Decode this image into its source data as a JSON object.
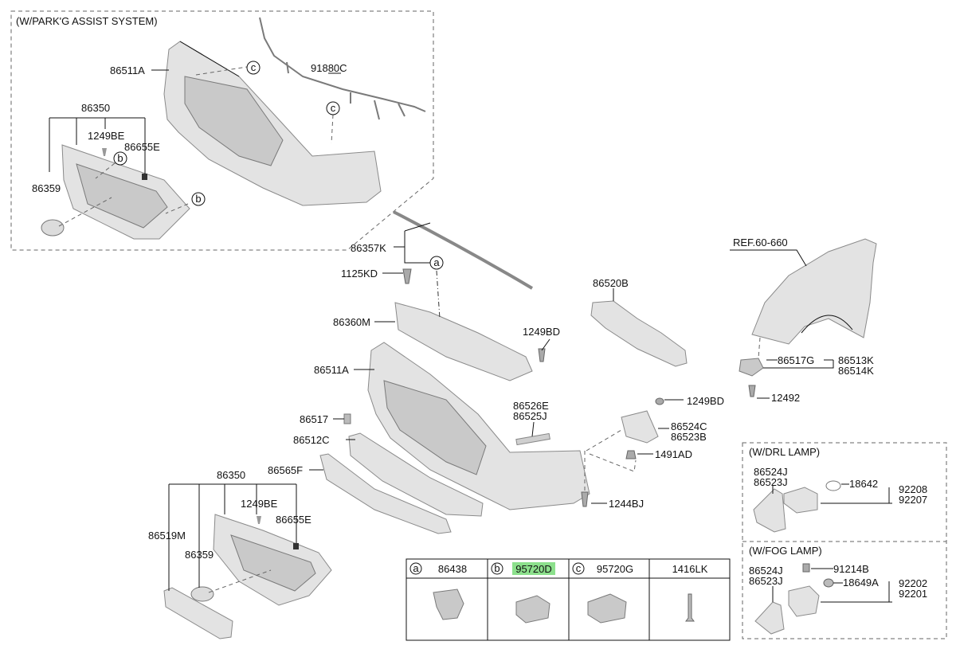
{
  "sections": {
    "park_assist": "(W/PARK'G ASSIST SYSTEM)",
    "drl": "(W/DRL LAMP)",
    "fog": "(W/FOG LAMP)"
  },
  "labels": {
    "p86511A_top": "86511A",
    "p91880C": "91880C",
    "p86350_top": "86350",
    "p1249BE_top": "1249BE",
    "p86655E_top": "86655E",
    "p86359_top": "86359",
    "p86357K": "86357K",
    "p1125KD": "1125KD",
    "p86360M": "86360M",
    "p86520B": "86520B",
    "p1249BD_a": "1249BD",
    "p86511A": "86511A",
    "p86526E": "86526E",
    "p86525J": "86525J",
    "p1249BD_b": "1249BD",
    "p86517": "86517",
    "p86524C": "86524C",
    "p86523B": "86523B",
    "p86512C": "86512C",
    "p1491AD": "1491AD",
    "p86565F": "86565F",
    "p1244BJ": "1244BJ",
    "p86350": "86350",
    "p1249BE": "1249BE",
    "p86655E": "86655E",
    "p86519M": "86519M",
    "p86359": "86359",
    "ref": "REF.60-660",
    "p86517G": "86517G",
    "p86513K": "86513K",
    "p86514K": "86514K",
    "p12492": "12492",
    "drl_86524J": "86524J",
    "drl_86523J": "86523J",
    "drl_18642": "18642",
    "drl_92208": "92208",
    "drl_92207": "92207",
    "fog_86524J": "86524J",
    "fog_86523J": "86523J",
    "fog_91214B": "91214B",
    "fog_18649A": "18649A",
    "fog_92202": "92202",
    "fog_92201": "92201"
  },
  "callouts": {
    "a": "a",
    "b": "b",
    "c": "c"
  },
  "table": {
    "columns": [
      {
        "letter": "a",
        "part": "86438",
        "highlight": false
      },
      {
        "letter": "b",
        "part": "95720D",
        "highlight": true
      },
      {
        "letter": "c",
        "part": "95720G",
        "highlight": false
      },
      {
        "letter": "",
        "part": "1416LK",
        "highlight": false
      }
    ]
  },
  "colors": {
    "highlight": "#8ce08c",
    "part_fill": "#e3e3e3",
    "part_stroke": "#8a8a8a"
  }
}
